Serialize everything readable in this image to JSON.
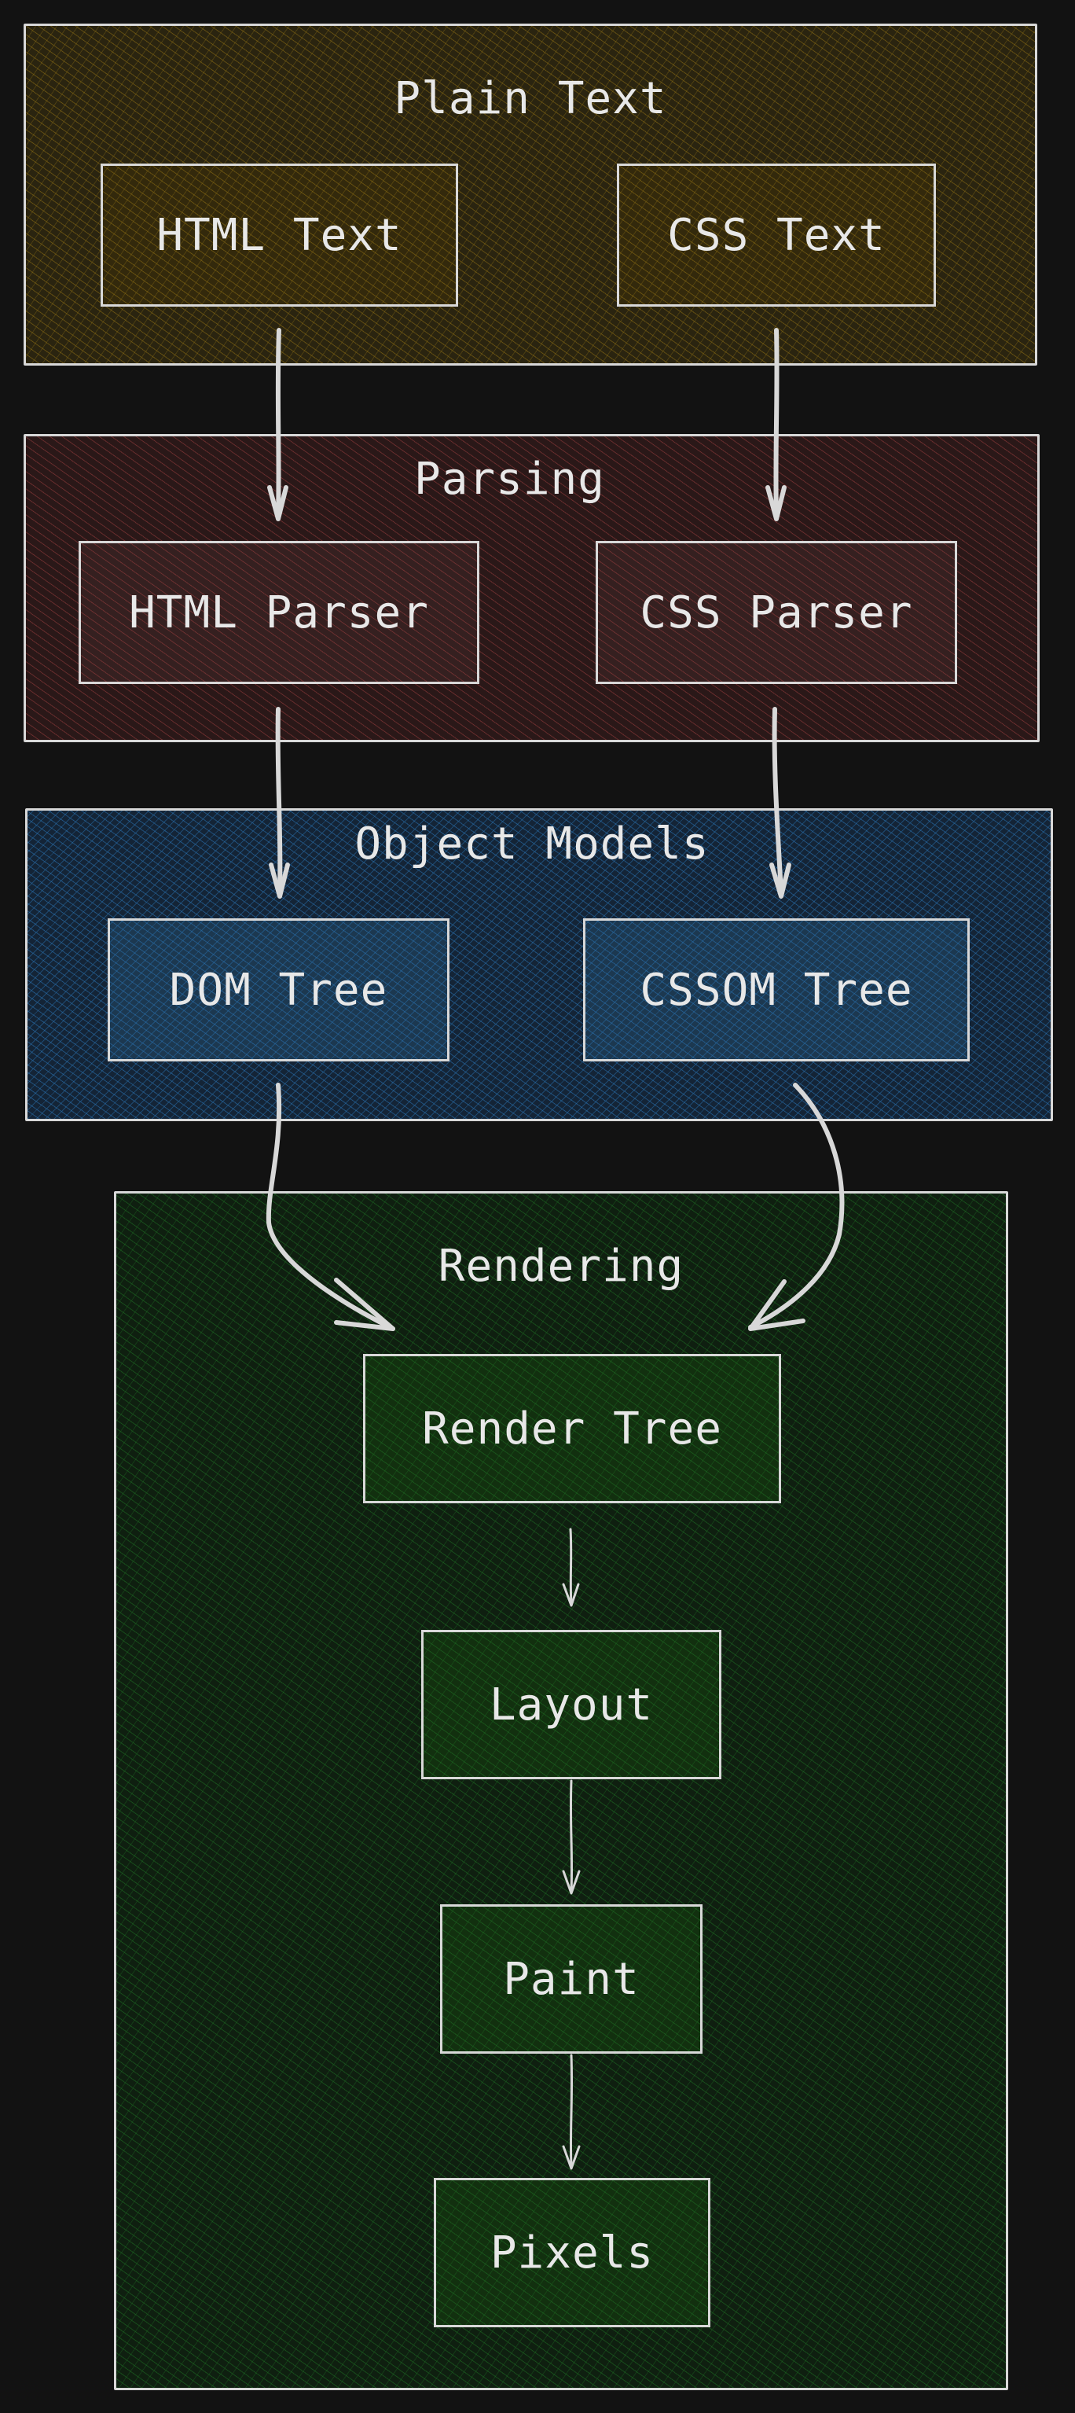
{
  "groups": {
    "plain_text": {
      "title": "Plain Text",
      "nodes": {
        "html_text": "HTML Text",
        "css_text": "CSS Text"
      },
      "color": "#8c6e14"
    },
    "parsing": {
      "title": "Parsing",
      "nodes": {
        "html_parser": "HTML Parser",
        "css_parser": "CSS Parser"
      },
      "color": "#963c3c"
    },
    "object_models": {
      "title": "Object Models",
      "nodes": {
        "dom_tree": "DOM Tree",
        "cssom_tree": "CSSOM Tree"
      },
      "color": "#286eaa"
    },
    "rendering": {
      "title": "Rendering",
      "nodes": {
        "render_tree": "Render Tree",
        "layout": "Layout",
        "paint": "Paint",
        "pixels": "Pixels"
      },
      "color": "#1e6e23"
    }
  },
  "edges": [
    {
      "from": "HTML Text",
      "to": "HTML Parser"
    },
    {
      "from": "CSS Text",
      "to": "CSS Parser"
    },
    {
      "from": "HTML Parser",
      "to": "DOM Tree"
    },
    {
      "from": "CSS Parser",
      "to": "CSSOM Tree"
    },
    {
      "from": "DOM Tree",
      "to": "Render Tree"
    },
    {
      "from": "CSSOM Tree",
      "to": "Render Tree"
    },
    {
      "from": "Render Tree",
      "to": "Layout"
    },
    {
      "from": "Layout",
      "to": "Paint"
    },
    {
      "from": "Paint",
      "to": "Pixels"
    }
  ]
}
